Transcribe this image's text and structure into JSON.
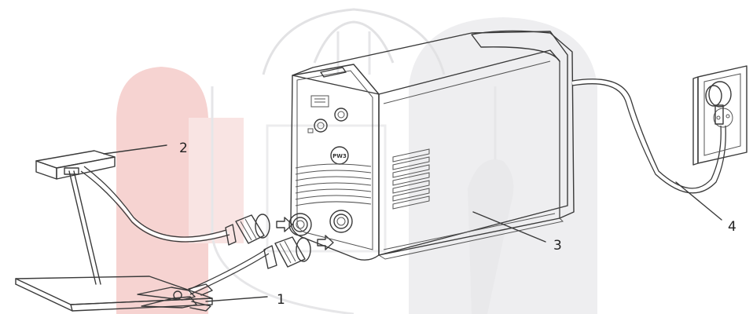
{
  "callouts": [
    {
      "id": "1",
      "label": "1"
    },
    {
      "id": "2",
      "label": "2"
    },
    {
      "id": "3",
      "label": "3"
    },
    {
      "id": "4",
      "label": "4"
    }
  ],
  "panel": {
    "badge_text": "PW3"
  },
  "colors": {
    "watermark_red": "#f3c9c7",
    "watermark_gray": "#e9e9ea",
    "line": "#3a3a3a"
  }
}
